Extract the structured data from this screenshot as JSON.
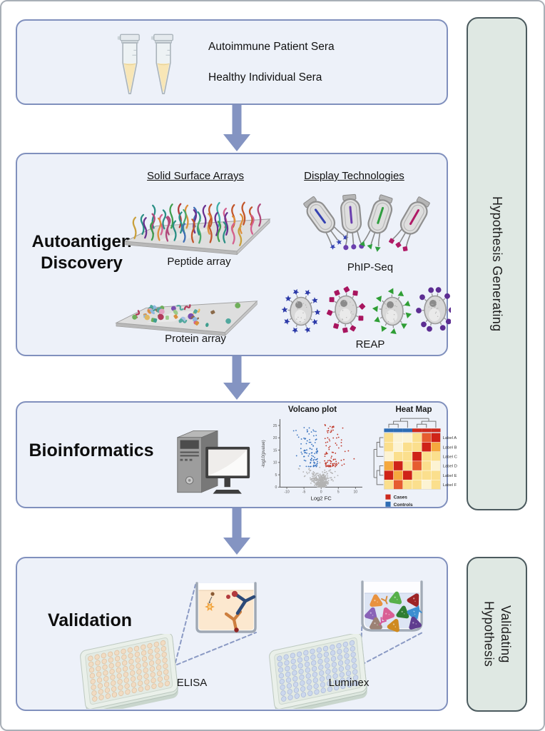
{
  "colors": {
    "box_fill": "#edf1f9",
    "box_border": "#8090bd",
    "arrow": "#8494c2",
    "side_fill": "#dfe8e3",
    "side_border": "#4b5a5e",
    "dashed_line": "#8b9ac4",
    "serum": "#f8e6b6",
    "elisa_well_fill": "#f1dcc3",
    "luminex_well_fill": "#ccd8ed",
    "elisa_fluid": "#fce8cf",
    "luminex_fluid": "#dde5f4"
  },
  "side_labels": {
    "generating": "Hypothesis Generating",
    "validating": "Hypothesis Validating"
  },
  "sera": {
    "patient": "Autoimmune Patient Sera",
    "healthy": "Healthy Individual Sera"
  },
  "discovery": {
    "title": "Autoantigen Discovery",
    "solid_header": "Solid Surface Arrays",
    "display_header": "Display Technologies",
    "peptide_caption": "Peptide array",
    "phip_caption": "PhIP-Seq",
    "protein_caption": "Protein array",
    "reap_caption": "REAP",
    "peptide_colors": [
      "#b23a3a",
      "#3aada5",
      "#de8f3a",
      "#3f9e4d",
      "#3f6fb5",
      "#7a4fb0",
      "#d4608f",
      "#2a8f85",
      "#c2562b",
      "#5b8fd6",
      "#b0487a",
      "#6a2f8e",
      "#4aa86a",
      "#c9a03c"
    ],
    "protein_colors": [
      "#e2a0c0",
      "#8fb8e0",
      "#d98f3c",
      "#3f9e8e",
      "#b03a5a",
      "#6fae5a",
      "#a8c0e4",
      "#e0b860",
      "#7a4fb0",
      "#c2562b",
      "#86b0d4",
      "#d4608f",
      "#8a6a4a",
      "#52a89e",
      "#9aca8a"
    ],
    "phages": [
      {
        "accent": "#3643b2",
        "tip": "star"
      },
      {
        "accent": "#6b3fae",
        "tip": "circle"
      },
      {
        "accent": "#2f9e3f",
        "tip": "triangle"
      },
      {
        "accent": "#b01a66",
        "tip": "square"
      }
    ],
    "yeasts": [
      {
        "shape": "star",
        "color": "#2c3aa8"
      },
      {
        "shape": "square",
        "color": "#a8155f"
      },
      {
        "shape": "triangle",
        "color": "#2f9e35"
      },
      {
        "shape": "circle",
        "color": "#5c2d92"
      }
    ]
  },
  "bioinformatics": {
    "title": "Bioinformatics"
  },
  "chart_data": [
    {
      "type": "scatter",
      "title": "Volcano plot",
      "xlabel": "Log2 FC",
      "ylabel": "-log10(pvalue)",
      "xticks": [
        -10,
        -5,
        0,
        5,
        10
      ],
      "yticks": [
        0,
        5,
        10,
        15,
        20,
        25
      ],
      "xlim": [
        -12,
        12
      ],
      "ylim": [
        0,
        27
      ],
      "series": [
        {
          "name": "upregulated significant",
          "color": "#c0392b"
        },
        {
          "name": "downregulated significant",
          "color": "#3a74c0"
        },
        {
          "name": "non-significant",
          "color": "#b3b3b3"
        }
      ],
      "note": "illustrative point cloud; significance threshold near -log10(p)=8"
    },
    {
      "type": "heatmap",
      "title": "Heat Map",
      "row_labels": [
        "Label A",
        "Label B",
        "Label C",
        "Label D",
        "Label E",
        "Label F"
      ],
      "col_annotation": [
        "controls",
        "controls",
        "controls",
        "cases",
        "cases",
        "cases"
      ],
      "legend": [
        {
          "label": "Cases",
          "color": "#cc2a1e"
        },
        {
          "label": "Controls",
          "color": "#2e6db4"
        }
      ],
      "palette": [
        "#fcf3d3",
        "#fbdf8d",
        "#f5a83e",
        "#e65c30",
        "#cf2318"
      ],
      "matrix": [
        [
          1,
          0,
          0,
          1,
          3,
          4
        ],
        [
          1,
          0,
          1,
          1,
          4,
          2
        ],
        [
          0,
          1,
          1,
          4,
          1,
          1
        ],
        [
          2,
          4,
          1,
          3,
          1,
          0
        ],
        [
          4,
          2,
          4,
          1,
          1,
          1
        ],
        [
          1,
          3,
          1,
          1,
          0,
          1
        ]
      ]
    }
  ],
  "validation": {
    "title": "Validation",
    "elisa_caption": "ELISA",
    "luminex_caption": "Luminex",
    "bead_colors": [
      "#e8923f",
      "#57b04a",
      "#9e2426",
      "#8a63b8",
      "#d95f94",
      "#2e7d32",
      "#3d8fd1",
      "#9c8174",
      "#cf8a1f",
      "#5f3d8f"
    ]
  }
}
